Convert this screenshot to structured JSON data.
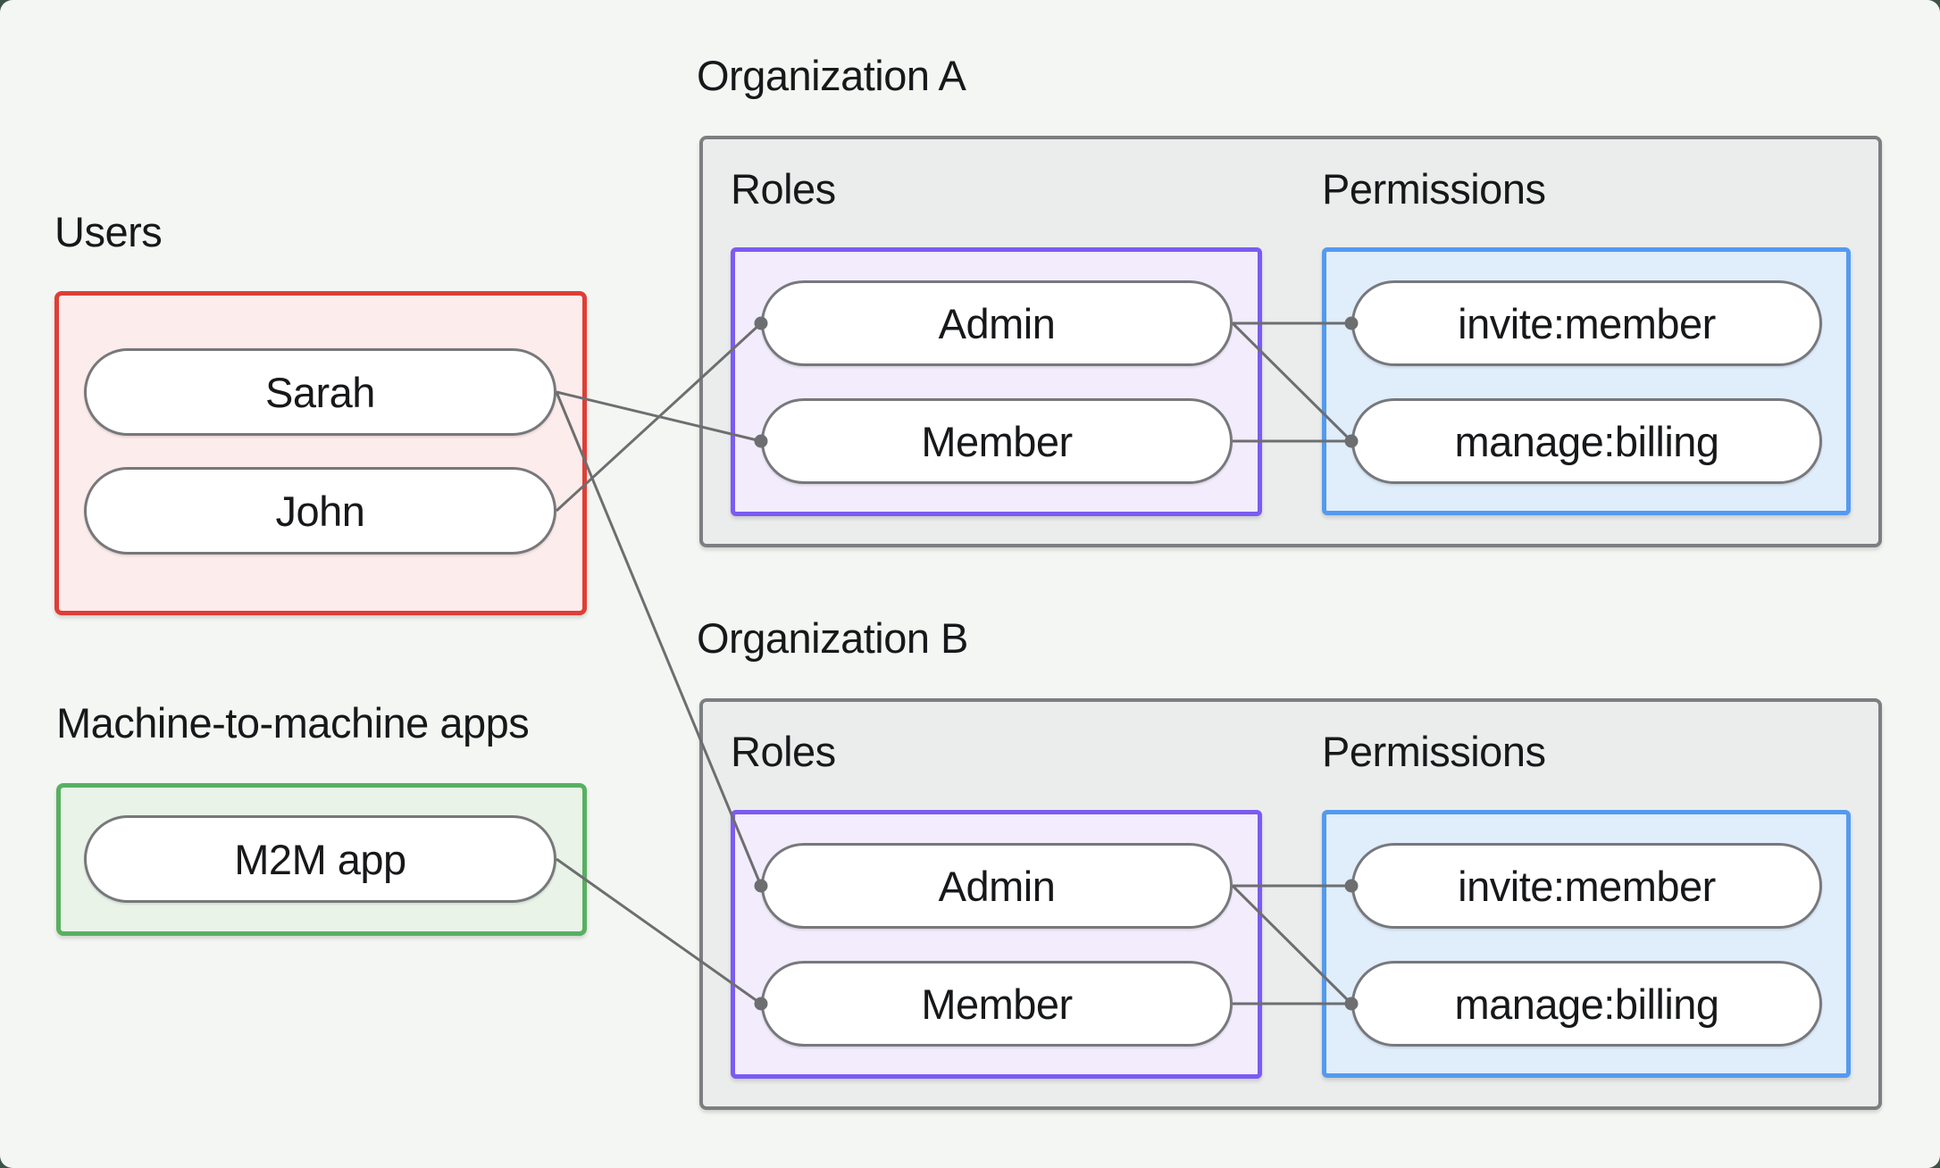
{
  "groups": {
    "users": {
      "label": "Users"
    },
    "m2m": {
      "label": "Machine-to-machine apps"
    },
    "org_a": {
      "label": "Organization A",
      "roles_label": "Roles",
      "permissions_label": "Permissions"
    },
    "org_b": {
      "label": "Organization B",
      "roles_label": "Roles",
      "permissions_label": "Permissions"
    }
  },
  "nodes": {
    "sarah": {
      "label": "Sarah",
      "kind": "user"
    },
    "john": {
      "label": "John",
      "kind": "user"
    },
    "m2m_app": {
      "label": "M2M app",
      "kind": "machine-app"
    },
    "org_a_admin": {
      "label": "Admin",
      "kind": "role"
    },
    "org_a_member": {
      "label": "Member",
      "kind": "role"
    },
    "org_a_invite": {
      "label": "invite:member",
      "kind": "permission"
    },
    "org_a_manage": {
      "label": "manage:billing",
      "kind": "permission"
    },
    "org_b_admin": {
      "label": "Admin",
      "kind": "role"
    },
    "org_b_member": {
      "label": "Member",
      "kind": "role"
    },
    "org_b_invite": {
      "label": "invite:member",
      "kind": "permission"
    },
    "org_b_manage": {
      "label": "manage:billing",
      "kind": "permission"
    }
  },
  "connections": [
    {
      "from": "sarah",
      "to": "org_a_member"
    },
    {
      "from": "john",
      "to": "org_a_admin"
    },
    {
      "from": "sarah",
      "to": "org_b_admin"
    },
    {
      "from": "m2m_app",
      "to": "org_b_member"
    },
    {
      "from": "org_a_admin",
      "to": "org_a_invite"
    },
    {
      "from": "org_a_admin",
      "to": "org_a_manage"
    },
    {
      "from": "org_a_member",
      "to": "org_a_manage"
    },
    {
      "from": "org_b_admin",
      "to": "org_b_invite"
    },
    {
      "from": "org_b_admin",
      "to": "org_b_manage"
    },
    {
      "from": "org_b_member",
      "to": "org_b_manage"
    }
  ],
  "colors": {
    "backdrop": "#3c5346",
    "canvas_background": "#f4f6f3",
    "text": "#17181a",
    "connector": "#6d6e70",
    "users_border": "#df3e36",
    "users_fill": "#fceceb",
    "m2m_border": "#58b061",
    "m2m_fill": "#e9f3e7",
    "org_border": "#7c7f81",
    "org_fill": "#ebedec",
    "roles_border": "#7b5bf2",
    "roles_fill": "#f2ecfc",
    "permissions_border": "#549af0",
    "permissions_fill": "#e0edfb"
  }
}
